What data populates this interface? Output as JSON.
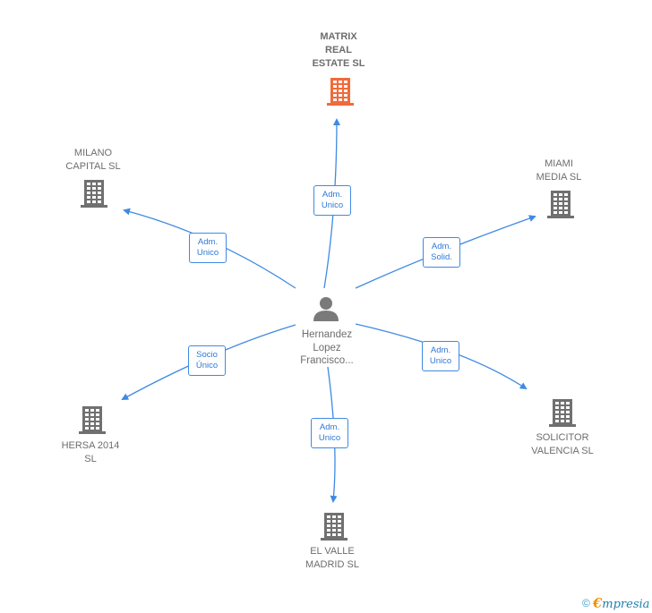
{
  "center": {
    "name": "Hernandez\nLopez\nFrancisco..."
  },
  "nodes": [
    {
      "id": "matrix",
      "label": "MATRIX\nREAL\nESTATE  SL",
      "highlight": true,
      "color": "#f26a3a"
    },
    {
      "id": "milano",
      "label": "MILANO\nCAPITAL  SL",
      "highlight": false,
      "color": "#707070"
    },
    {
      "id": "miami",
      "label": "MIAMI\nMEDIA  SL",
      "highlight": false,
      "color": "#707070"
    },
    {
      "id": "hersa",
      "label": "HERSA 2014\nSL",
      "highlight": false,
      "color": "#707070"
    },
    {
      "id": "solicitor",
      "label": "SOLICITOR\nVALENCIA  SL",
      "highlight": false,
      "color": "#707070"
    },
    {
      "id": "elvalle",
      "label": "EL VALLE\nMADRID  SL",
      "highlight": false,
      "color": "#707070"
    }
  ],
  "edges": [
    {
      "to": "matrix",
      "label": "Adm.\nUnico"
    },
    {
      "to": "milano",
      "label": "Adm.\nUnico"
    },
    {
      "to": "miami",
      "label": "Adm.\nSolid."
    },
    {
      "to": "hersa",
      "label": "Socio\nÚnico"
    },
    {
      "to": "solicitor",
      "label": "Adm.\nUnico"
    },
    {
      "to": "elvalle",
      "label": "Adm.\nUnico"
    }
  ],
  "colors": {
    "edge": "#3f8ae3",
    "person": "#7a7a7a"
  },
  "footer": {
    "copyright_symbol": "©",
    "brand_e": "€",
    "brand_rest": "mpresia"
  }
}
